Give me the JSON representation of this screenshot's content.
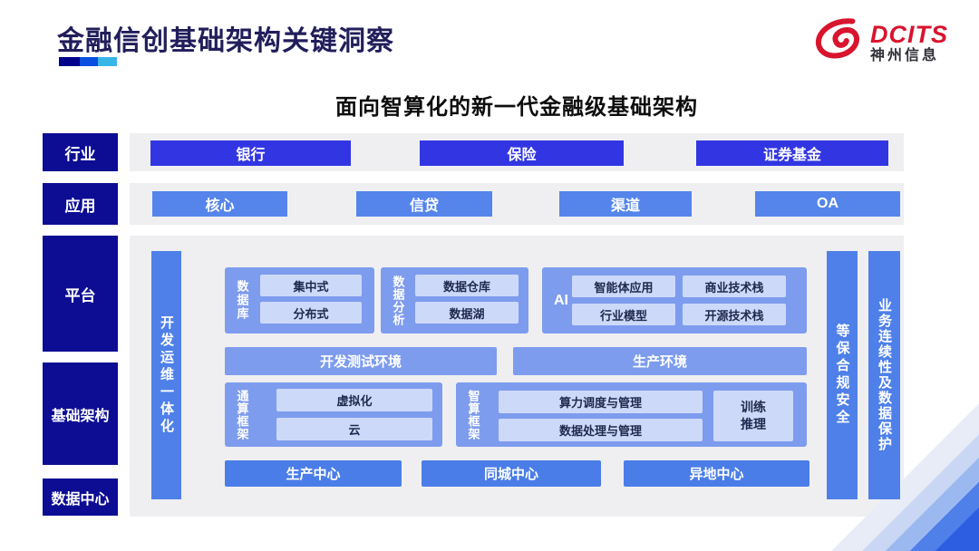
{
  "header": {
    "title": "金融信创基础架构关键洞察",
    "logo": {
      "brand": "DCITS",
      "company": "神州信息"
    }
  },
  "subtitle": "面向智算化的新一代金融级基础架构",
  "colors": {
    "title_navy": "#221e5b",
    "sidebar_navy": "#0d0d94",
    "industry_button_blue": "#3236e2",
    "application_button_blue": "#5585ea",
    "vertical_bar_blue": "#4f80e9",
    "group_fill_blue": "#7e9cee",
    "item_fill_light": "#cdd9f8",
    "center_button_blue": "#4a7de8",
    "panel_gray": "#efeff2",
    "logo_red": "#d8142e",
    "underline_segments": [
      "#00008c",
      "#0a4fe0",
      "#38b6e8"
    ]
  },
  "diagram": {
    "side_labels": {
      "industry": "行业",
      "application": "应用",
      "platform": "平台",
      "infrastructure": "基础架构",
      "datacenter": "数据中心"
    },
    "industry_items": [
      "银行",
      "保险",
      "证券基金"
    ],
    "application_items": [
      "核心",
      "信贷",
      "渠道",
      "OA"
    ],
    "left_bar": "开发运维一体化",
    "right_bars": [
      "等保合规安全",
      "业务连续性及数据保护"
    ],
    "platform_groups": {
      "database": {
        "label": "数据库",
        "items": [
          "集中式",
          "分布式"
        ]
      },
      "analytics": {
        "label": "数据分析",
        "items": [
          "数据仓库",
          "数据湖"
        ]
      },
      "ai": {
        "label": "AI",
        "col1": [
          "智能体应用",
          "行业模型"
        ],
        "col2": [
          "商业技术栈",
          "开源技术栈"
        ]
      }
    },
    "environments": [
      "开发测试环境",
      "生产环境"
    ],
    "frameworks": {
      "general": {
        "label": "通算框架",
        "items": [
          "虚拟化",
          "云"
        ]
      },
      "intelligent": {
        "label": "智算框架",
        "items": [
          "算力调度与管理",
          "数据处理与管理"
        ],
        "side_item_lines": [
          "训练",
          "推理"
        ]
      }
    },
    "centers": [
      "生产中心",
      "同城中心",
      "异地中心"
    ]
  }
}
